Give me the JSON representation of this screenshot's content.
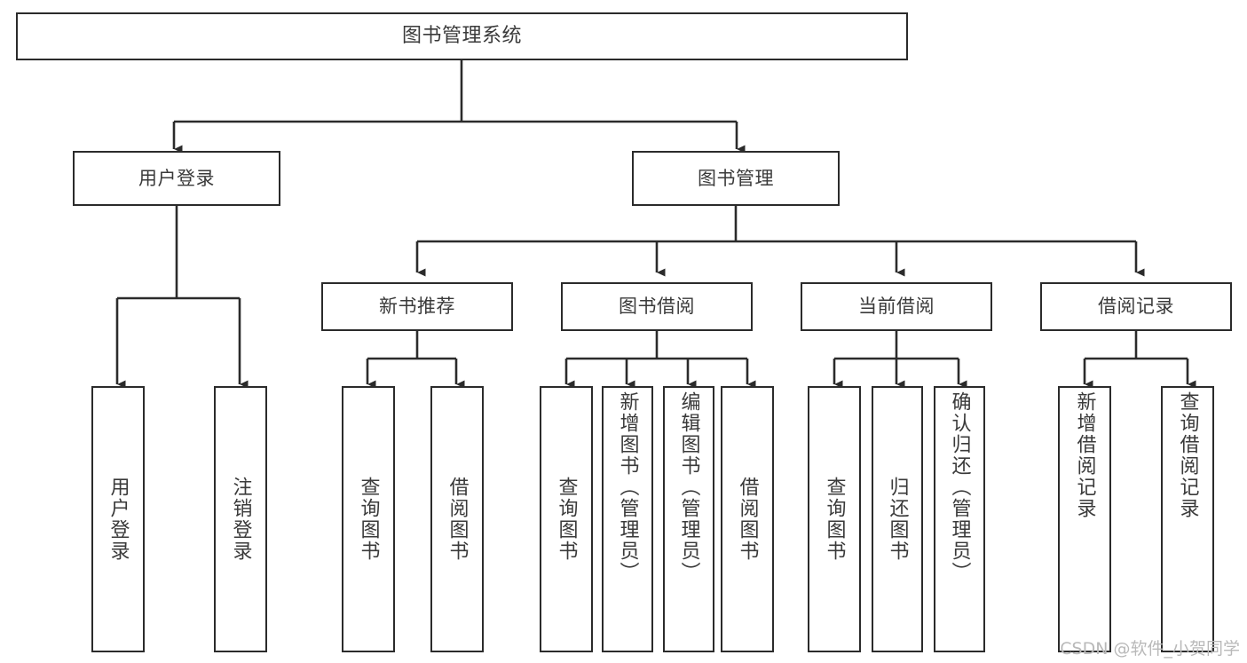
{
  "diagram": {
    "type": "tree-hierarchy-chart",
    "title": "图书管理系统",
    "watermark": "CSDN @软件_小贺同学",
    "colors": {
      "box_border": "#2b2b2b",
      "box_fill": "#ffffff",
      "connector": "#2b2b2b",
      "text": "#3a3a3a",
      "watermark": "#b9b9b9",
      "background": "#ffffff"
    },
    "root": {
      "label": "图书管理系统"
    },
    "level2": [
      {
        "label": "用户登录"
      },
      {
        "label": "图书管理"
      }
    ],
    "level3": [
      {
        "label": "新书推荐"
      },
      {
        "label": "图书借阅"
      },
      {
        "label": "当前借阅"
      },
      {
        "label": "借阅记录"
      }
    ],
    "leaves": {
      "user_login": [
        {
          "label": "用户登录"
        },
        {
          "label": "注销登录"
        }
      ],
      "new_book_recommend": [
        {
          "label": "查询图书"
        },
        {
          "label": "借阅图书"
        }
      ],
      "book_borrow": [
        {
          "label": "查询图书"
        },
        {
          "label": "新增图书（管理员）"
        },
        {
          "label": "编辑图书（管理员）"
        },
        {
          "label": "借阅图书"
        }
      ],
      "current_borrow": [
        {
          "label": "查询图书"
        },
        {
          "label": "归还图书"
        },
        {
          "label": "确认归还（管理员）"
        }
      ],
      "borrow_record": [
        {
          "label": "新增借阅记录"
        },
        {
          "label": "查询借阅记录"
        }
      ]
    }
  }
}
